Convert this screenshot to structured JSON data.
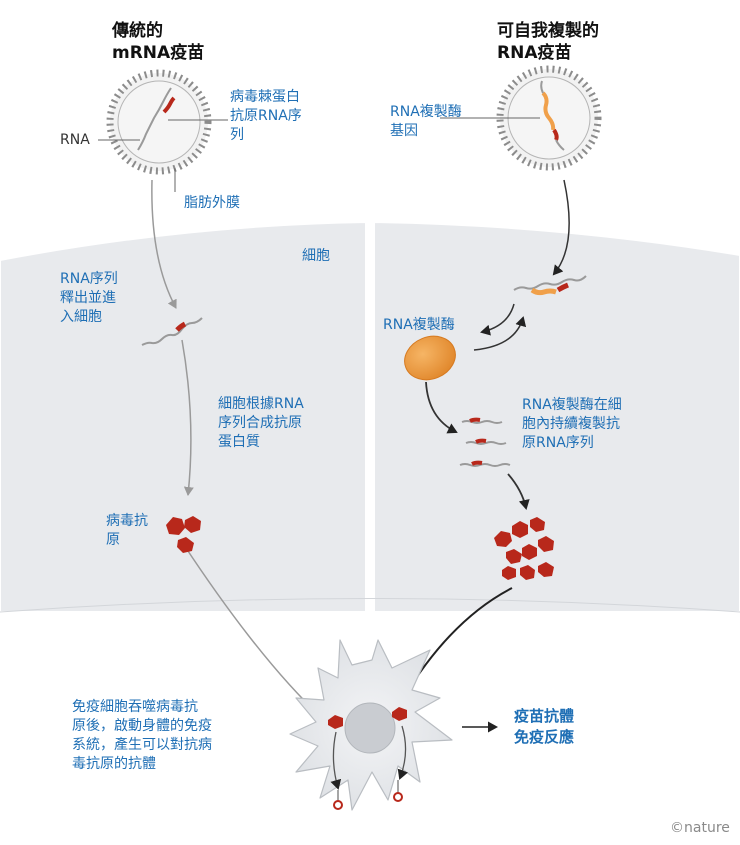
{
  "left_title": "傳統的\nmRNA疫苗",
  "right_title": "可自我複製的\nRNA疫苗",
  "labels": {
    "rna": "RNA",
    "spike_gene": "病毒棘蛋白\n抗原RNA序\n列",
    "lipid": "脂肪外膜",
    "replicase_gene": "RNA複製酶\n基因",
    "cell": "細胞",
    "release": "RNA序列\n釋出並進\n入細胞",
    "replicase": "RNA複製酶",
    "synthesize": "細胞根據RNA\n序列合成抗原\n蛋白質",
    "replicate": "RNA複製酶在細\n胞內持續複製抗\n原RNA序列",
    "antigen": "病毒抗\n原",
    "immune": "免疫細胞吞噬病毒抗\n原後，啟動身體的免疫\n系統，產生可以對抗病\n毒抗原的抗體",
    "outcome_1": "疫苗抗體",
    "outcome_2": "免疫反應"
  },
  "credit": "©nature",
  "colors": {
    "label_blue": "#1f6fb5",
    "cell_fill": "#e8eaed",
    "antigen": "#b8281b",
    "replicase": "#f0a04a"
  }
}
